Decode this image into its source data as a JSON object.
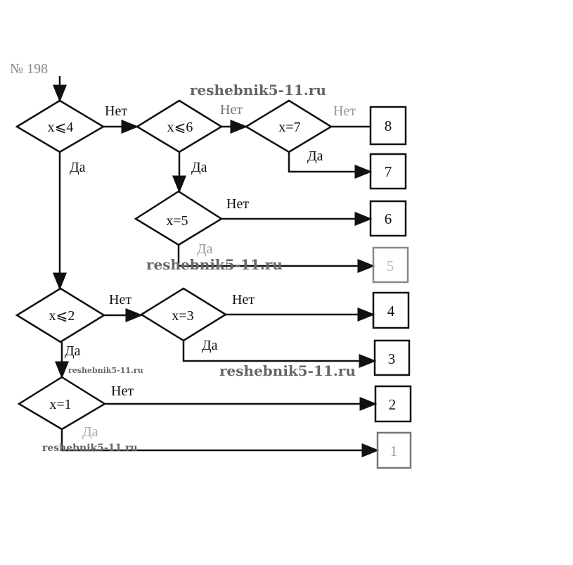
{
  "title": "№ 198",
  "watermark": "reshebnik5-11.ru",
  "labels": {
    "yes": "Да",
    "no": "Нет"
  },
  "conditions": [
    "x⩽4",
    "x⩽6",
    "x=7",
    "x=5",
    "x⩽2",
    "x=3",
    "x=1"
  ],
  "outputs": [
    "8",
    "7",
    "6",
    "5",
    "4",
    "3",
    "2",
    "1"
  ]
}
